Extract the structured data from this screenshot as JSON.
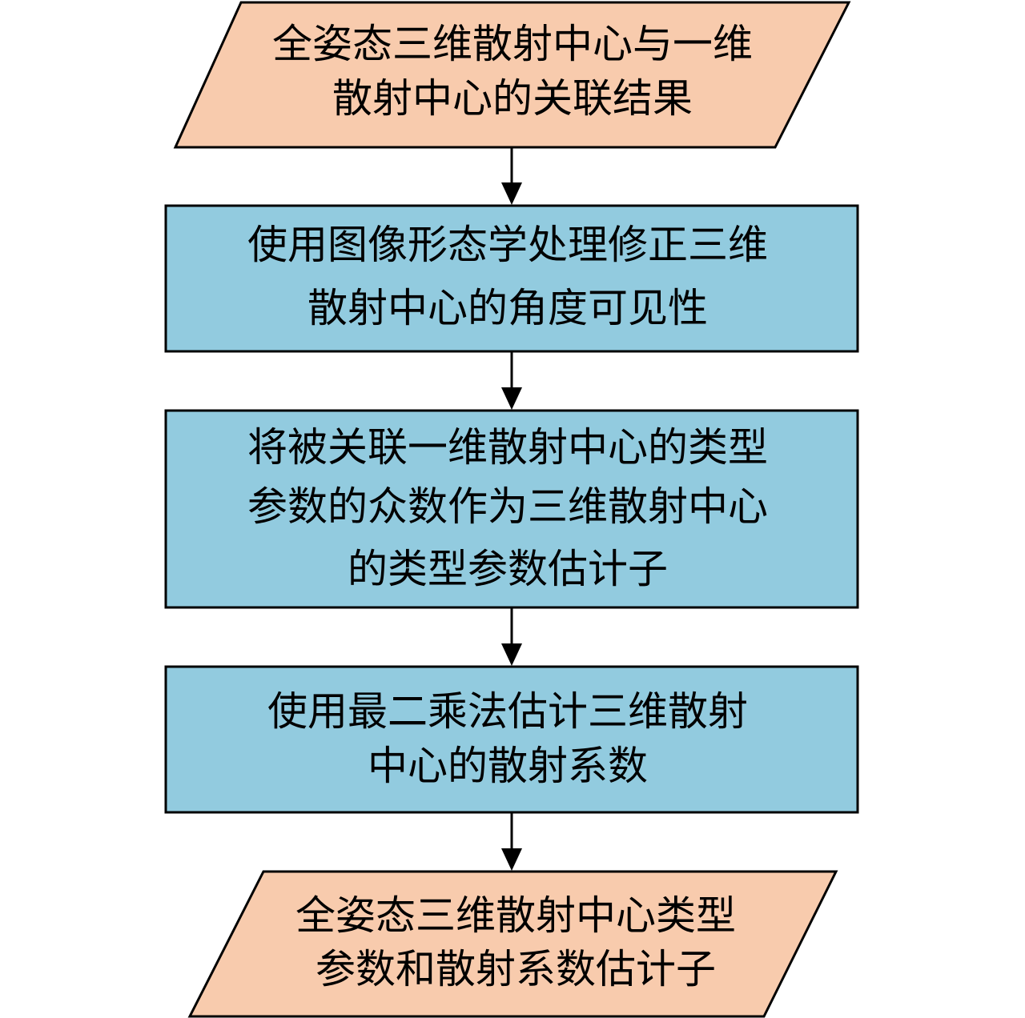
{
  "colors": {
    "io_fill": "#f8cbad",
    "process_fill": "#92cbdf",
    "stroke": "#000000",
    "text": "#000000",
    "background": "#ffffff"
  },
  "nodes": [
    {
      "id": "input",
      "shape": "parallelogram",
      "lines": [
        "全姿态三维散射中心与一维",
        "散射中心的关联结果"
      ]
    },
    {
      "id": "step1",
      "shape": "rectangle",
      "lines": [
        "使用图像形态学处理修正三维",
        "散射中心的角度可见性"
      ]
    },
    {
      "id": "step2",
      "shape": "rectangle",
      "lines": [
        "将被关联一维散射中心的类型",
        "参数的众数作为三维散射中心",
        "的类型参数估计子"
      ]
    },
    {
      "id": "step3",
      "shape": "rectangle",
      "lines": [
        "使用最二乘法估计三维散射",
        "中心的散射系数"
      ]
    },
    {
      "id": "output",
      "shape": "parallelogram",
      "lines": [
        "全姿态三维散射中心类型",
        "参数和散射系数估计子"
      ]
    }
  ],
  "edges": [
    {
      "from": "input",
      "to": "step1"
    },
    {
      "from": "step1",
      "to": "step2"
    },
    {
      "from": "step2",
      "to": "step3"
    },
    {
      "from": "step3",
      "to": "output"
    }
  ]
}
